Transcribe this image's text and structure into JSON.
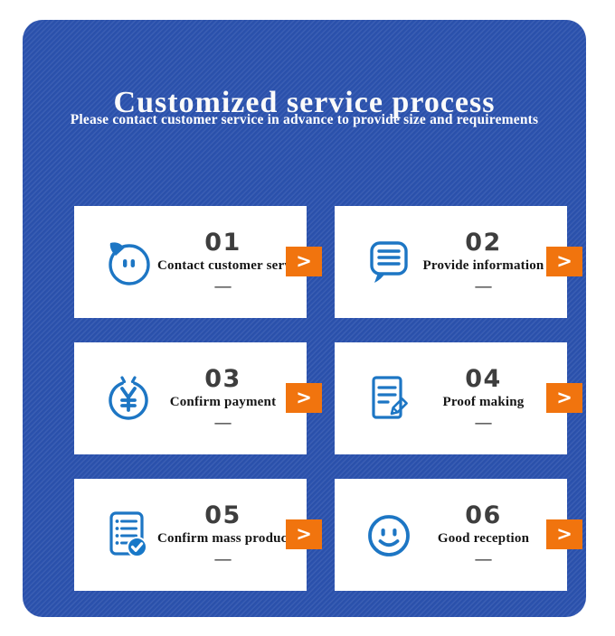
{
  "header": {
    "title": "Customized service process",
    "subtitle": "Please contact customer service in advance to provide size and requirements"
  },
  "arrow_glyph": ">",
  "divider_glyph": "—",
  "steps": [
    {
      "number": "01",
      "label": "Contact customer service",
      "icon": "customer-service-chat-icon"
    },
    {
      "number": "02",
      "label": "Provide information",
      "icon": "speech-bubble-lines-icon"
    },
    {
      "number": "03",
      "label": "Confirm payment",
      "icon": "yuan-coin-icon"
    },
    {
      "number": "04",
      "label": "Proof making",
      "icon": "document-pencil-icon"
    },
    {
      "number": "05",
      "label": "Confirm mass production",
      "icon": "checklist-check-icon"
    },
    {
      "number": "06",
      "label": "Good reception",
      "icon": "smiley-face-icon"
    }
  ],
  "colors": {
    "panel_blue": "#2B52AE",
    "icon_blue": "#1D76C4",
    "badge_blue": "#1878C8",
    "accent_orange": "#F1740E",
    "number_gray": "#3E3E3E",
    "text_black": "#151515",
    "card_white": "#FFFFFF"
  }
}
